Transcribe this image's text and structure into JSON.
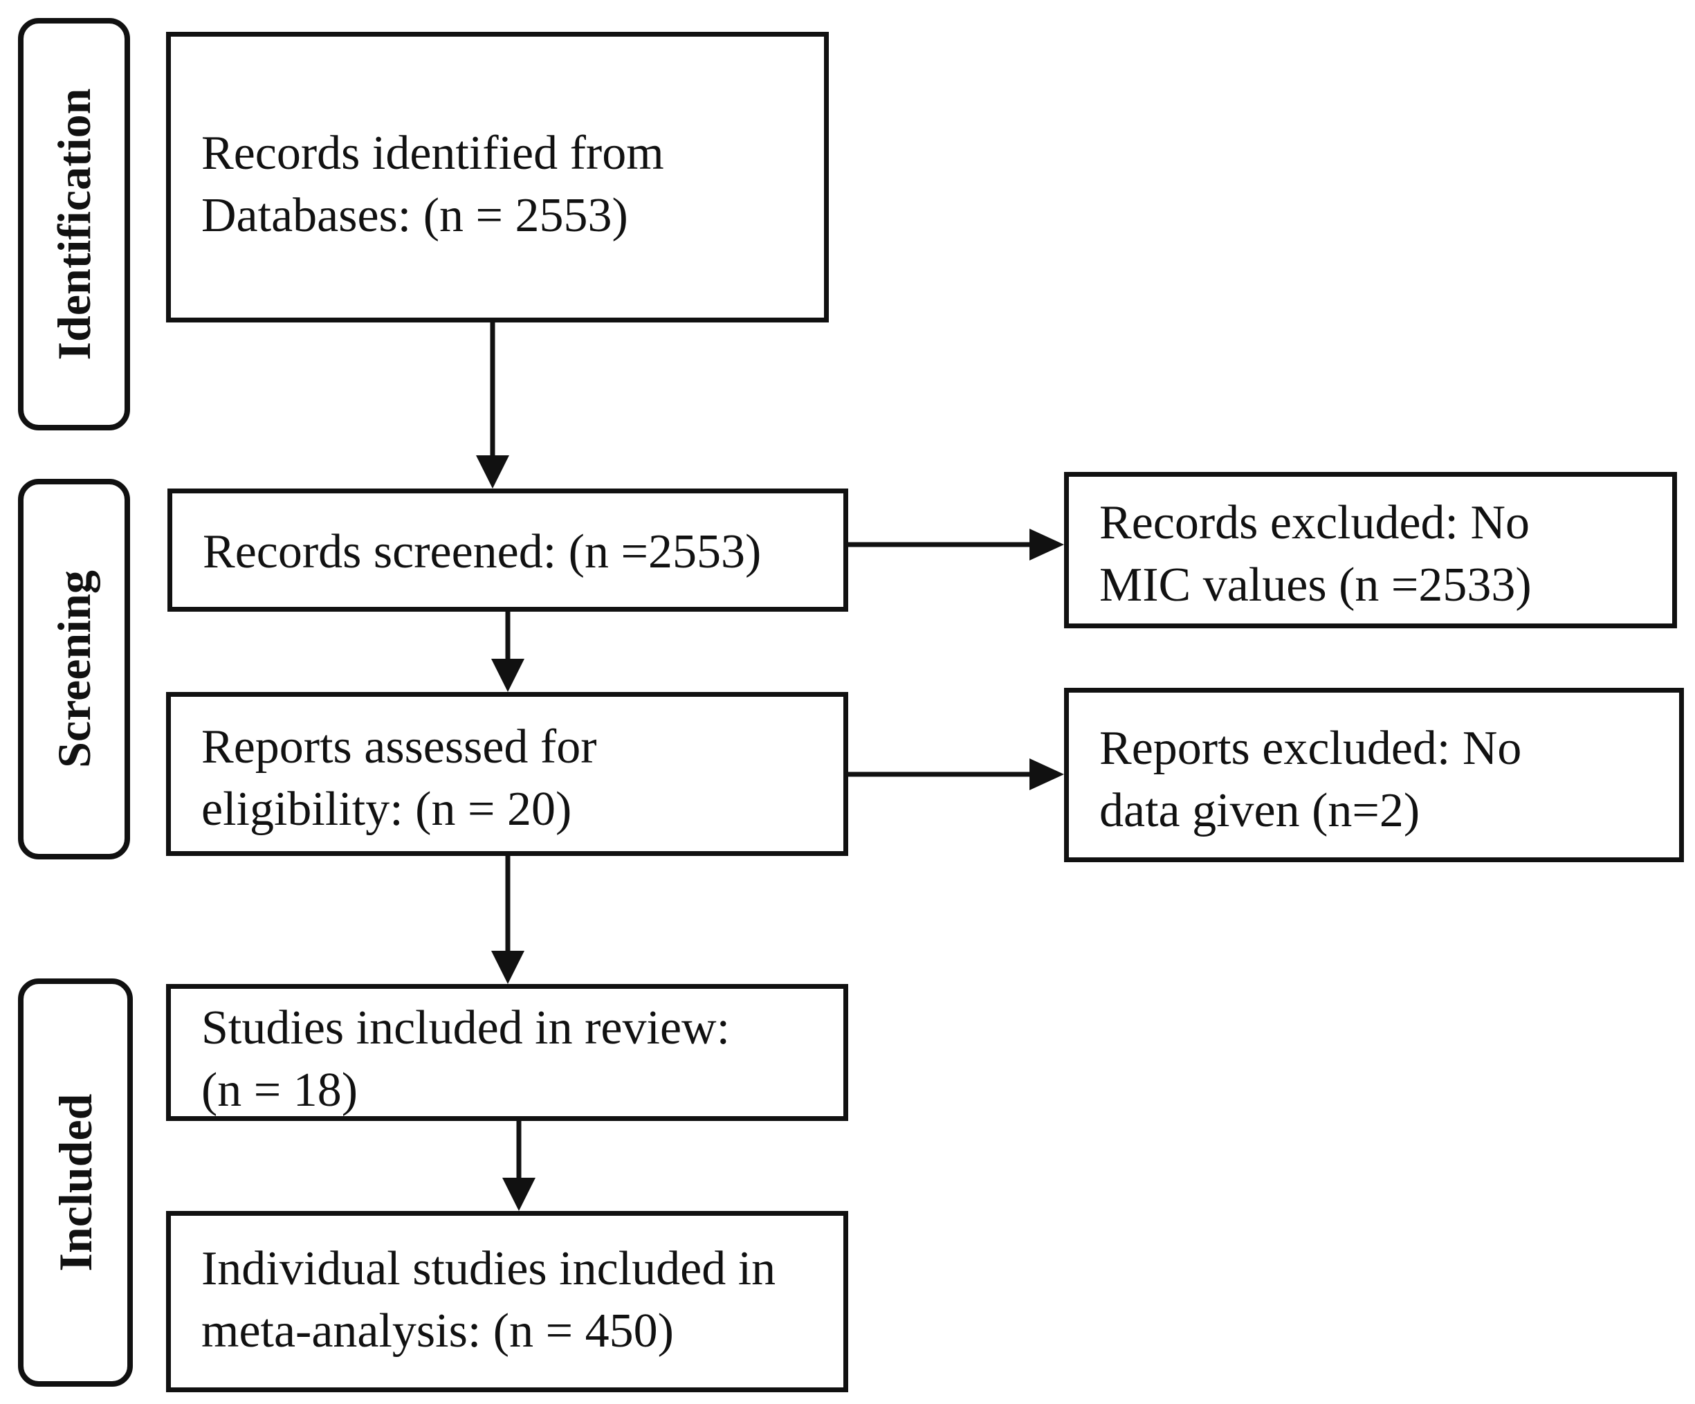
{
  "phases": {
    "identification": "Identification",
    "screening": "Screening",
    "included": "Included"
  },
  "boxes": {
    "records_identified": "Records identified from\nDatabases: (n = 2553)",
    "records_screened": "Records screened: (n =2553)",
    "records_excluded": "Records excluded: No\nMIC values (n =2533)",
    "reports_assessed": "Reports assessed for\neligibility: (n = 20)",
    "reports_excluded": "Reports excluded: No\ndata given (n=2)",
    "studies_included": "Studies included in review:\n(n = 18)",
    "individual_studies": "Individual studies included in\nmeta-analysis: (n = 450)"
  }
}
